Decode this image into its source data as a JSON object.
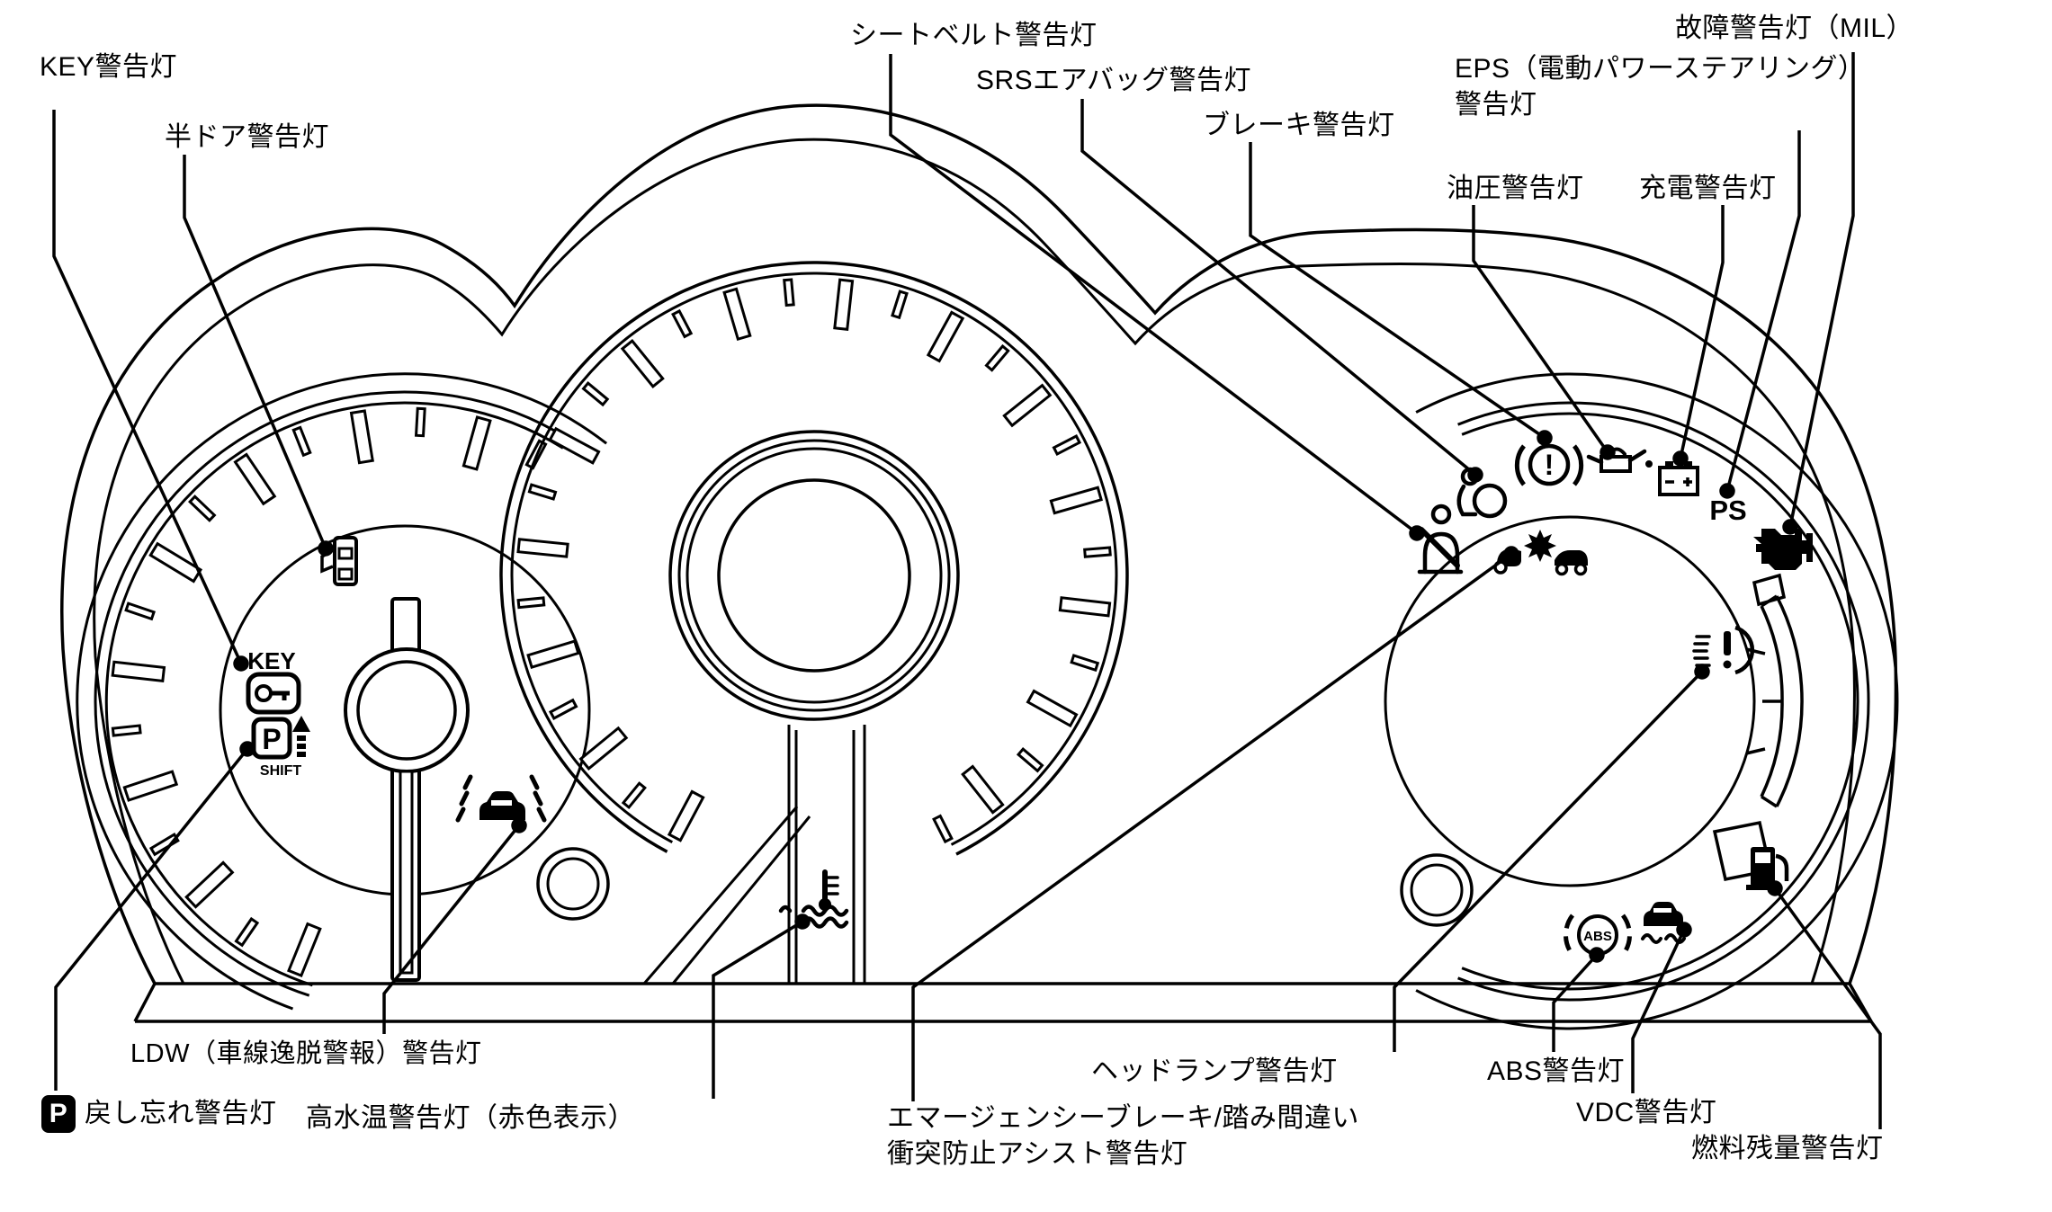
{
  "figure": {
    "title": "メーター警告灯の説明図",
    "background_color": "#ffffff",
    "line_color": "#000000"
  },
  "callouts": {
    "key": "KEY警告灯",
    "half_door": "半ドア警告灯",
    "seat_belt": "シートベルト警告灯",
    "srs_airbag": "SRSエアバッグ警告灯",
    "brake": "ブレーキ警告灯",
    "eps_line1": "EPS（電動パワーステアリング）",
    "eps_line2": "警告灯",
    "mil": "故障警告灯（MIL）",
    "oil_pressure": "油圧警告灯",
    "charge": "充電警告灯",
    "ldw": "LDW（車線逸脱警報）警告灯",
    "p_badge": "P",
    "p_return": "戻し忘れ警告灯",
    "high_temp": "高水温警告灯（赤色表示）",
    "emergency_line1": "エマージェンシーブレーキ/踏み間違い",
    "emergency_line2": "衝突防止アシスト警告灯",
    "headlamp": "ヘッドランプ警告灯",
    "abs": "ABS警告灯",
    "vdc": "VDC警告灯",
    "fuel_level": "燃料残量警告灯"
  },
  "icon_texts": {
    "key": "KEY",
    "p": "P",
    "shift": "SHIFT",
    "ps": "PS",
    "abs": "ABS",
    "brake_mark": "!"
  }
}
